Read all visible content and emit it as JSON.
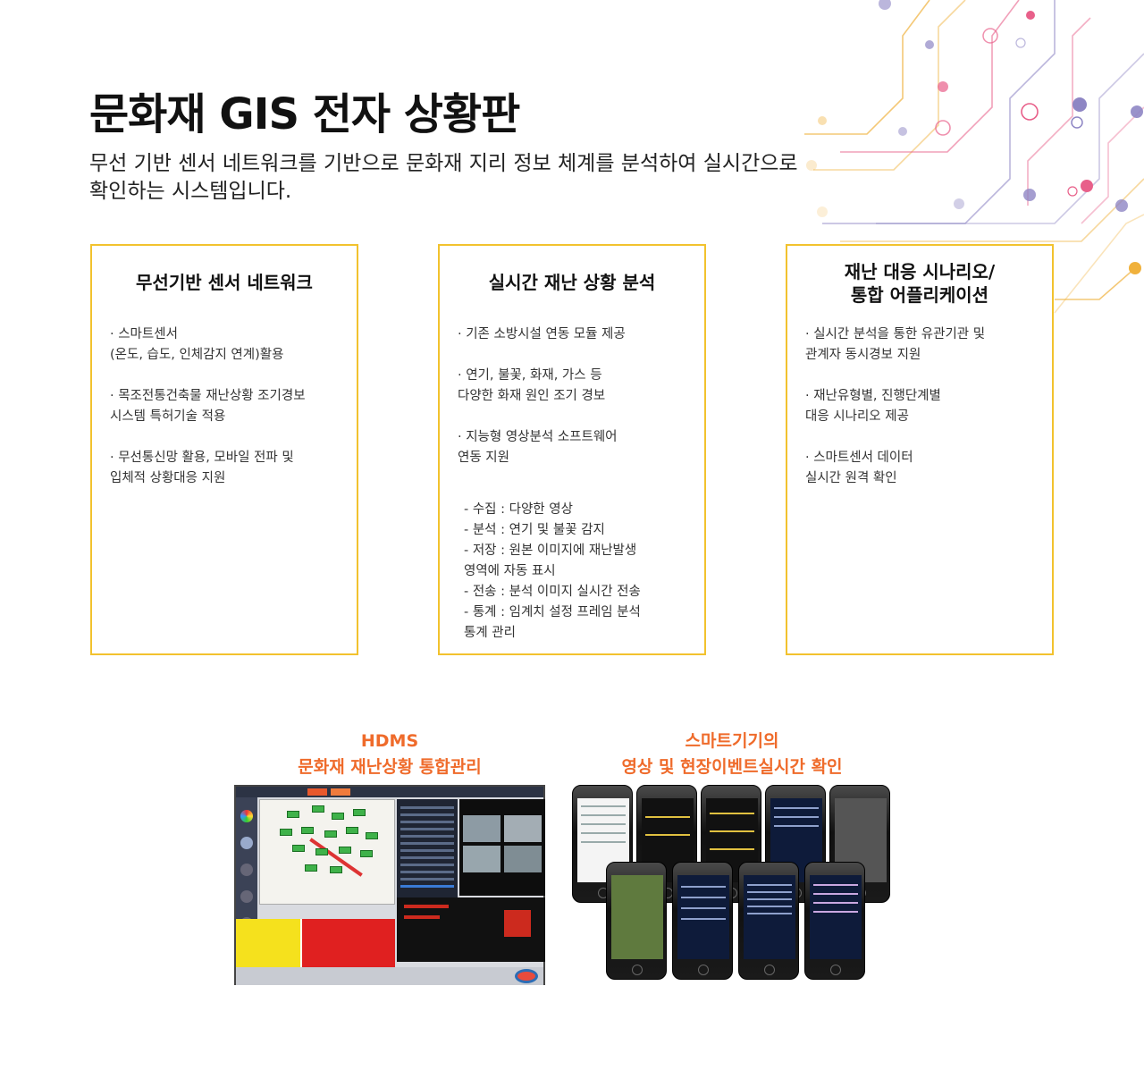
{
  "header": {
    "title": "문화재 GIS 전자 상황판",
    "description": "무선 기반 센서 네트워크를 기반으로 문화재 지리 정보 체계를 분석하여 실시간으로 확인하는 시스템입니다."
  },
  "cards": [
    {
      "title": "무선기반 센서 네트워크",
      "items": [
        "· 스마트센서\n(온도, 습도, 인체감지 연계)활용",
        "· 목조전통건축물 재난상황 조기경보\n시스템 특허기술 적용",
        "· 무선통신망 활용, 모바일 전파 및\n입체적 상황대응 지원"
      ]
    },
    {
      "title": "실시간 재난 상황 분석",
      "items": [
        "· 기존 소방시설 연동 모듈 제공",
        "· 연기, 불꽃, 화재, 가스 등\n다양한 화재 원인 조기 경보",
        "· 지능형 영상분석 소프트웨어\n연동 지원"
      ],
      "sub_items": [
        "- 수집 : 다양한 영상",
        "- 분석 : 연기 및 불꽃 감지",
        "- 저장 : 원본 이미지에 재난발생\n영역에 자동 표시",
        "- 전송 : 분석 이미지 실시간 전송",
        "- 통계 : 임계치 설정 프레임 분석\n통계 관리"
      ]
    },
    {
      "title": "재난 대응 시나리오/\n통합 어플리케이션",
      "items": [
        "· 실시간 분석을 통한 유관기관 및\n관계자 동시경보 지원",
        "· 재난유형별, 진행단계별\n대응 시나리오 제공",
        "· 스마트센서 데이터\n실시간 원격 확인"
      ]
    }
  ],
  "screenshots": [
    {
      "caption_line1": "HDMS",
      "caption_line2": "문화재 재난상황 통합관리"
    },
    {
      "caption_line1": "스마트기기의",
      "caption_line2": "영상 및 현장이벤트실시간 확인"
    }
  ],
  "colors": {
    "card_border": "#f2c22e",
    "caption": "#ef6b2b",
    "deco_orange": "#f0b13c",
    "deco_pink": "#e8608a",
    "deco_purple": "#8e86c4"
  }
}
